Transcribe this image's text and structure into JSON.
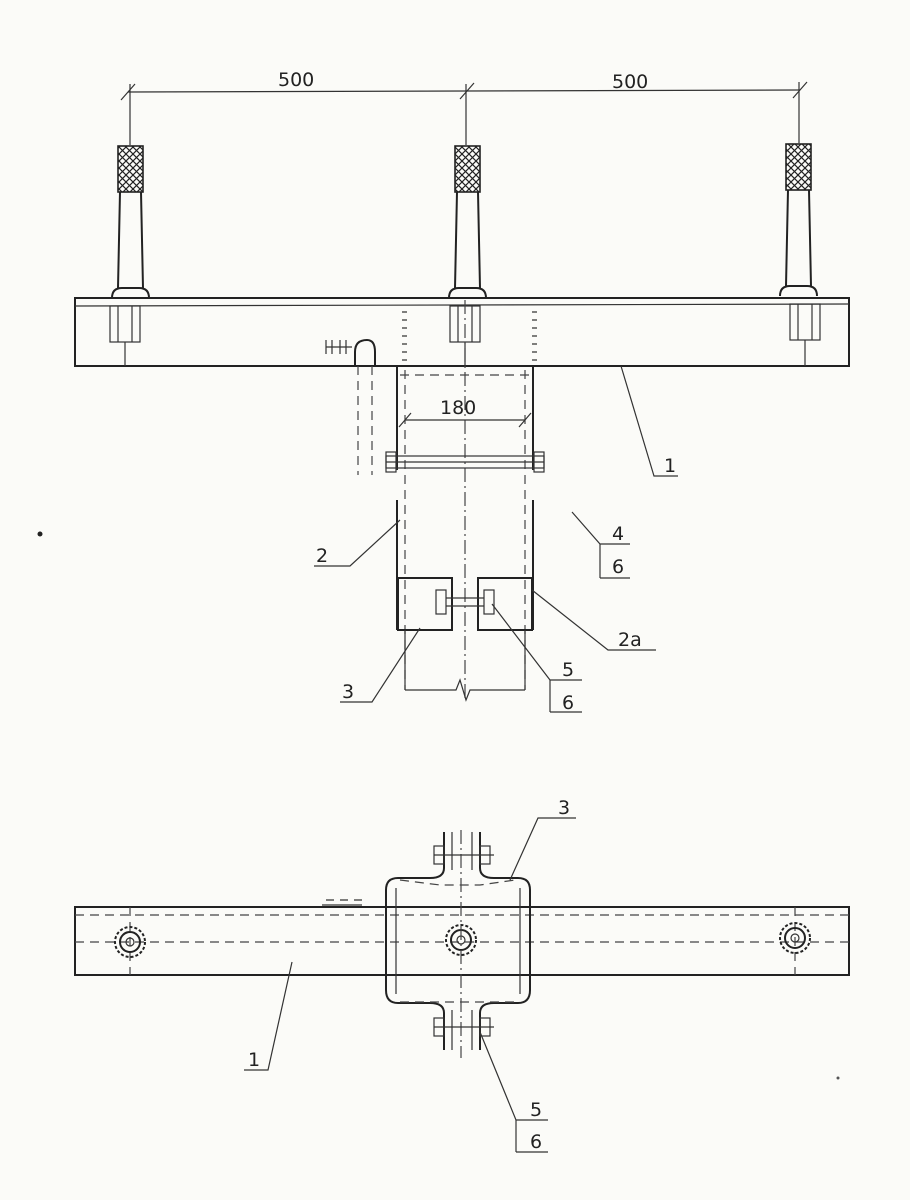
{
  "dimensions": {
    "top_left_span": "500",
    "top_right_span": "500",
    "channel_width": "180"
  },
  "callouts": {
    "top": {
      "beam": "1",
      "post": "2",
      "post_alt": "2а",
      "bracket": "3",
      "tie_num": "4",
      "tie_den": "6",
      "bolt_num": "5",
      "bolt_den": "6"
    },
    "bottom": {
      "clamp": "3",
      "beam": "1",
      "bolt_num": "5",
      "bolt_den": "6"
    }
  }
}
